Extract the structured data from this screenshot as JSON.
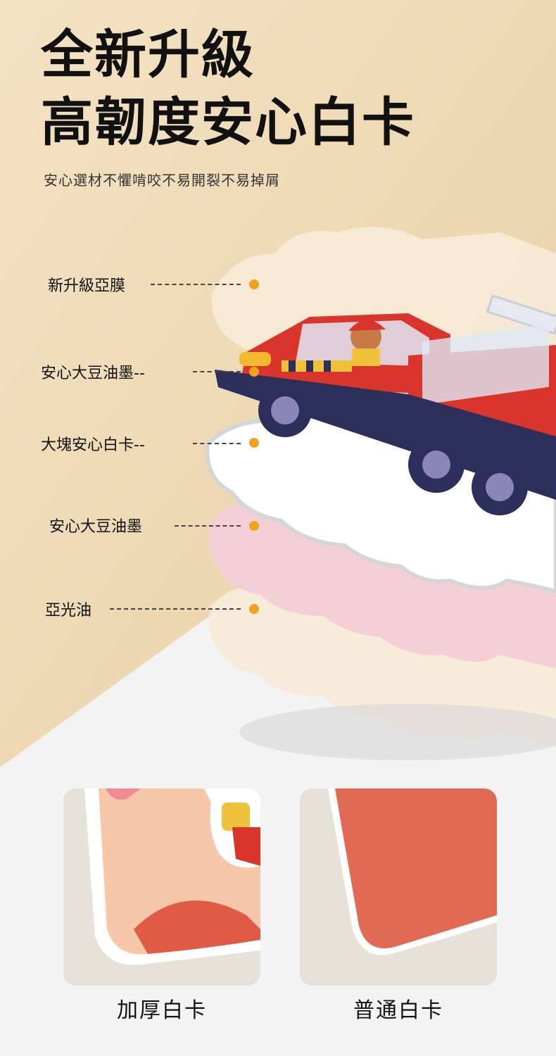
{
  "headline": {
    "line1": "全新升級",
    "line2": "高韌度安心白卡"
  },
  "subtitle": "安心選材不懼啃咬不易開裂不易掉屑",
  "layers": [
    {
      "label": "新升級亞膜"
    },
    {
      "label": "安心大豆油墨--"
    },
    {
      "label": "大塊安心白卡--"
    },
    {
      "label": "安心大豆油墨"
    },
    {
      "label": "亞光油"
    }
  ],
  "compare": {
    "left_caption": "加厚白卡",
    "right_caption": "普通白卡"
  },
  "colors": {
    "background_tan": "#f1dcb7",
    "accent_dot": "#f0a11f",
    "normal_card_red": "#e26a55",
    "truck_red": "#d9352c",
    "truck_navy": "#2b2f5a"
  },
  "icons": {
    "fire-truck": "fire-truck-illustration"
  }
}
